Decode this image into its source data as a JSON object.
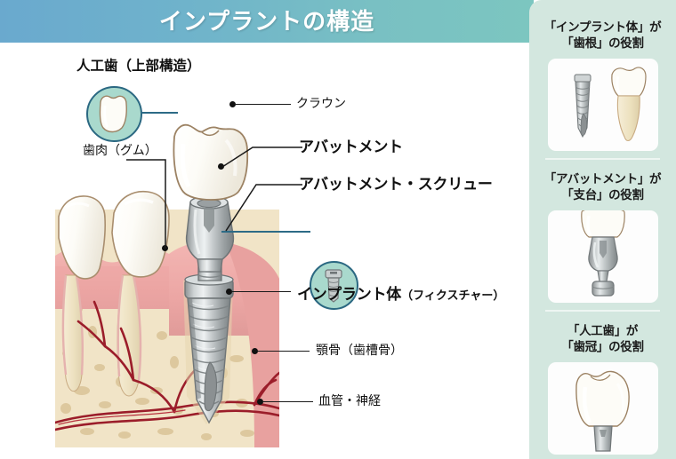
{
  "header": {
    "title": "インプラントの構造",
    "gradient_from": "#6aa9ce",
    "gradient_to": "#7cc6c0"
  },
  "sidebar": {
    "background": "#d3e7df",
    "panels": [
      {
        "caption_line1": "「インプラント体」が",
        "caption_line2": "「歯根」の役割",
        "image_name": "implant-fixture-vs-natural-tooth-root"
      },
      {
        "caption_line1": "「アバットメント」が",
        "caption_line2": "「支台」の役割",
        "image_name": "abutment-supporting-crown"
      },
      {
        "caption_line1": "「人工歯」が",
        "caption_line2": "「歯冠」の役割",
        "image_name": "artificial-crown-on-abutment"
      }
    ]
  },
  "diagram": {
    "labels": {
      "artificial_tooth": "人工歯（上部構造）",
      "gum": "歯肉（グム）",
      "crown": "クラウン",
      "abutment": "アバットメント",
      "abutment_screw": "アバットメント・スクリュー",
      "fixture_main": "インプラント体",
      "fixture_sub": "（フィクスチャー）",
      "jawbone": "顎骨（歯槽骨）",
      "vessels_nerves": "血管・神経"
    },
    "insets": [
      {
        "name": "crown-inset",
        "fill": "#a9d9cd",
        "border": "#2b6882"
      },
      {
        "name": "screw-inset",
        "fill": "#a9d9cd",
        "border": "#2b6882"
      }
    ],
    "colors": {
      "gum": "#eeaaa8",
      "bone": "#f0e2c4",
      "tooth": "#fbfaf6",
      "metal": "#b8bcbd",
      "vessel": "#9b1d2a"
    }
  }
}
